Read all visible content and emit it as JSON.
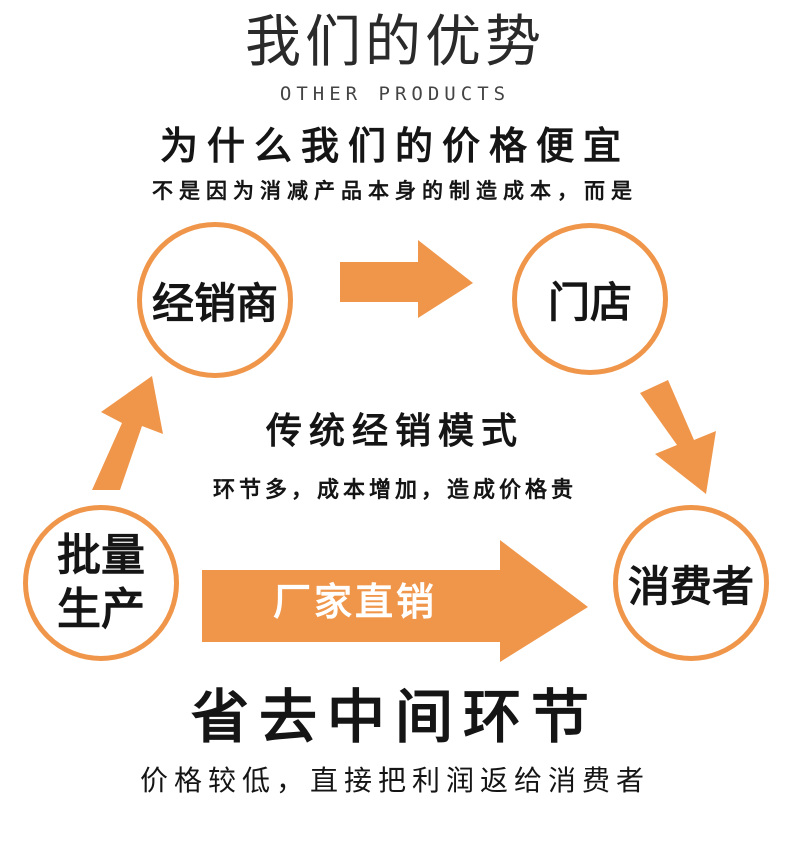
{
  "header": {
    "title": "我们的优势",
    "subtitle": "OTHER PRODUCTS"
  },
  "intro": {
    "heading": "为什么我们的价格便宜",
    "subheading": "不是因为消减产品本身的制造成本，而是"
  },
  "diagram": {
    "nodes": {
      "distributor": "经销商",
      "store": "门店",
      "production": "批量生产",
      "consumer": "消费者"
    },
    "traditional_label": "传统经销模式",
    "traditional_desc": "环节多，成本增加，造成价格贵",
    "direct_label": "厂家直销"
  },
  "footer": {
    "conclusion": "省去中间环节",
    "conclusion_desc": "价格较低，直接把利润返给消费者"
  },
  "colors": {
    "accent": "#f0964a",
    "text": "#151515",
    "background": "#ffffff"
  }
}
